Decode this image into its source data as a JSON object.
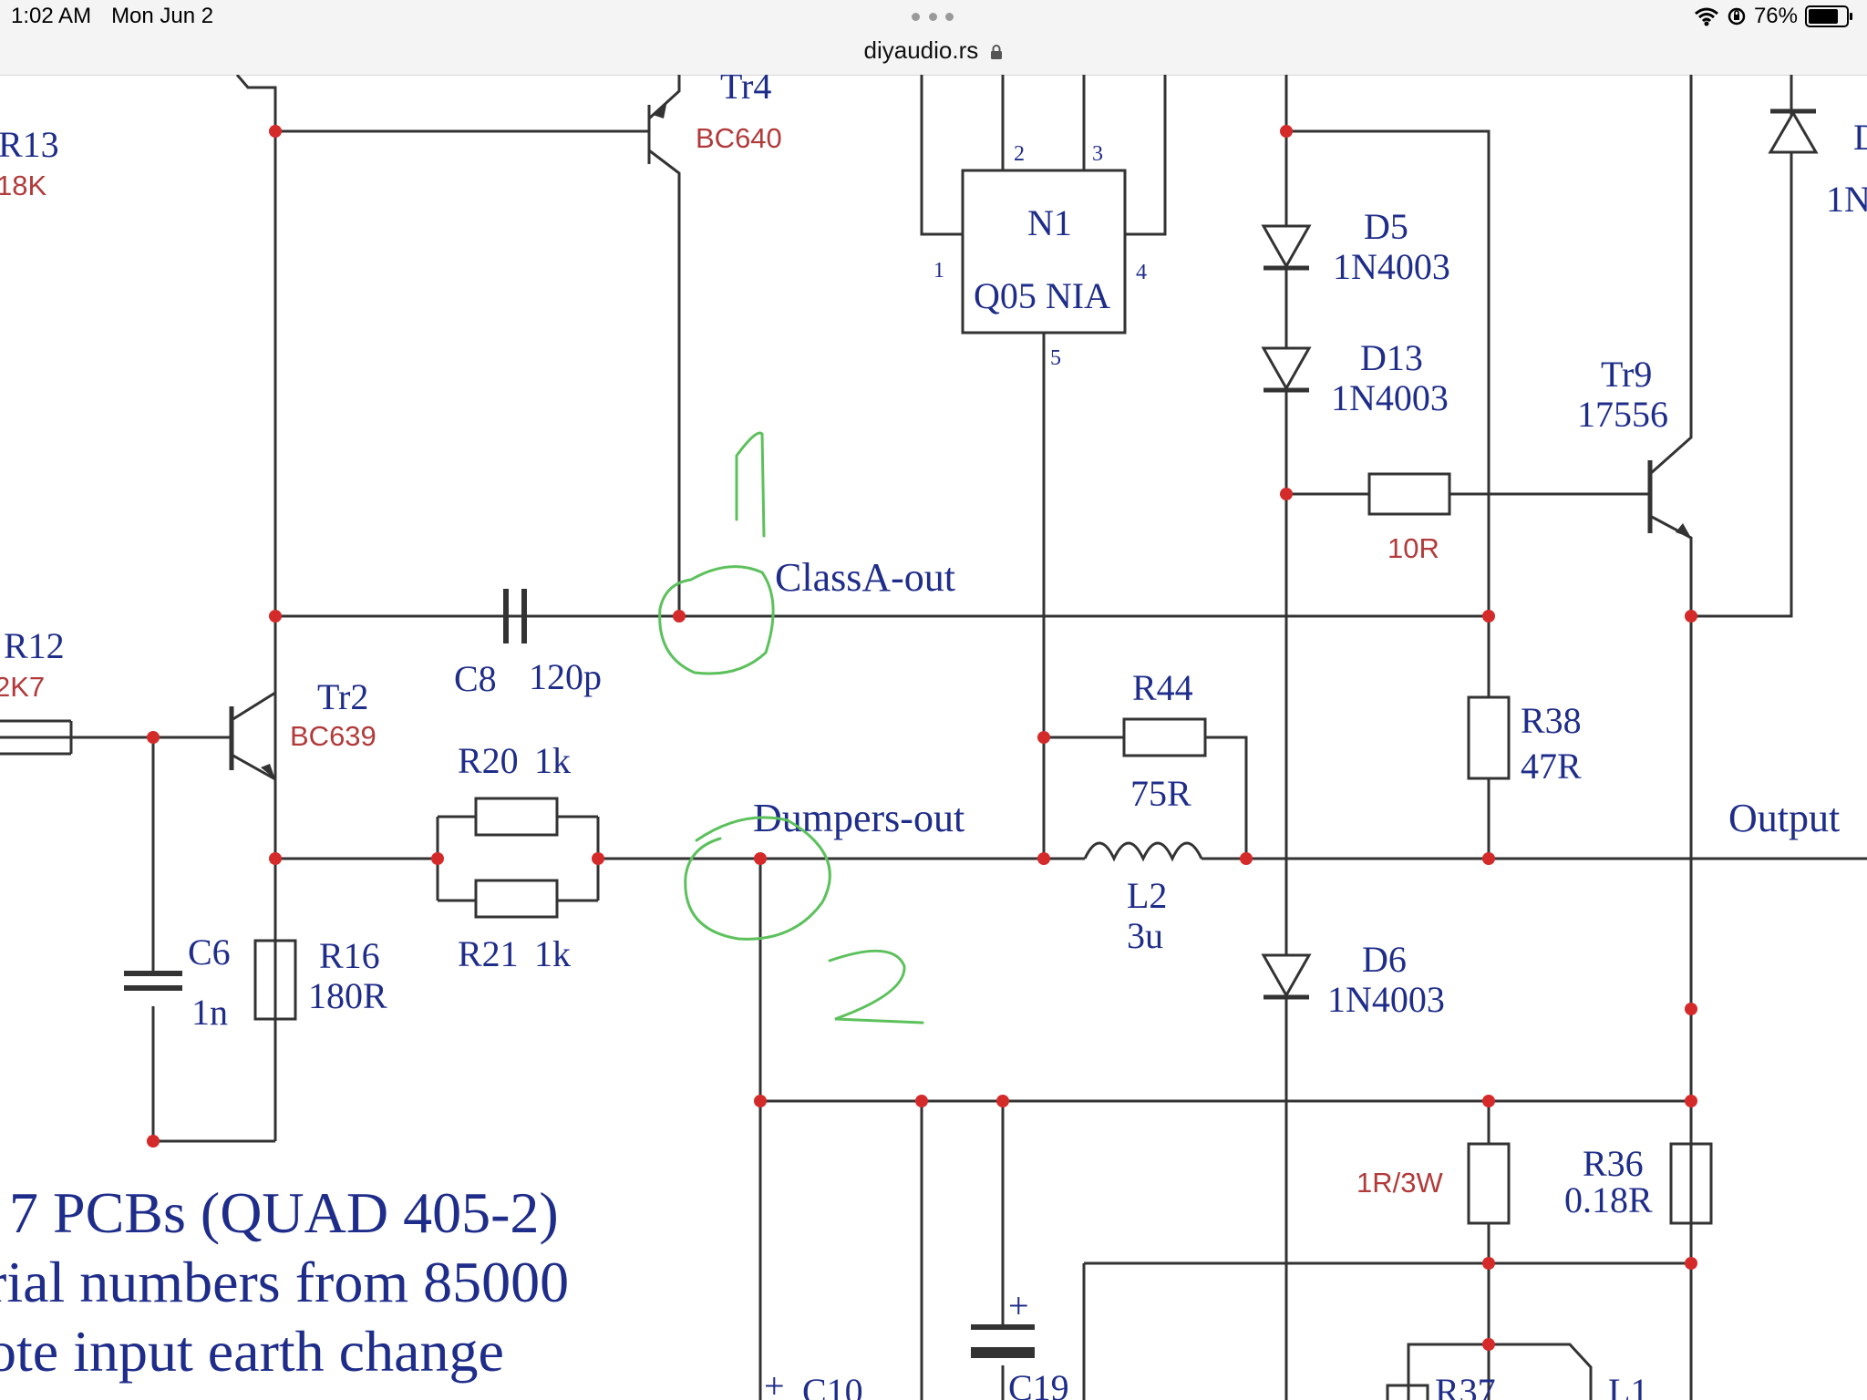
{
  "status": {
    "time": "1:02 AM",
    "date": "Mon Jun 2",
    "battery": "76%"
  },
  "browser": {
    "url": "diyaudio.rs"
  },
  "schematic": {
    "resistors": {
      "r13": {
        "ref": "R13",
        "value": "18K"
      },
      "r12": {
        "ref": "R12",
        "value": "2K7"
      },
      "r16": {
        "ref": "R16",
        "value": "180R"
      },
      "r20": {
        "ref": "R20",
        "value": "1k"
      },
      "r21": {
        "ref": "R21",
        "value": "1k"
      },
      "r44": {
        "ref": "R44",
        "value": "75R"
      },
      "r38": {
        "ref": "R38",
        "value": "47R"
      },
      "r36": {
        "ref": "R36",
        "value": "0.18R"
      },
      "r10r": {
        "value": "10R"
      },
      "r1r3w": {
        "value": "1R/3W"
      },
      "r37": {
        "ref": "R37"
      }
    },
    "transistors": {
      "tr4": {
        "ref": "Tr4",
        "value": "BC640"
      },
      "tr2": {
        "ref": "Tr2",
        "value": "BC639"
      },
      "tr9": {
        "ref": "Tr9",
        "value": "17556"
      }
    },
    "ic": {
      "ref": "N1",
      "value": "Q05 NIA",
      "pins": [
        "1",
        "2",
        "3",
        "4",
        "5"
      ]
    },
    "diodes": {
      "d5": {
        "ref": "D5",
        "value": "1N4003"
      },
      "d13": {
        "ref": "D13",
        "value": "1N4003"
      },
      "d6": {
        "ref": "D6",
        "value": "1N4003"
      },
      "dtop_ref": "D",
      "dtop_value": "1N"
    },
    "capacitors": {
      "c8": {
        "ref": "C8",
        "value": "120p"
      },
      "c6": {
        "ref": "C6",
        "value": "1n"
      },
      "c19": {
        "ref": "C19",
        "plus": "+"
      },
      "c10": {
        "ref": "C10",
        "plus": "+"
      }
    },
    "inductors": {
      "l2": {
        "ref": "L2",
        "value": "3u"
      },
      "l1": {
        "ref": "L1"
      }
    },
    "nets": {
      "classa_out": "ClassA-out",
      "dumpers_out": "Dumpers-out",
      "output": "Output"
    },
    "annotations": {
      "mark1": "1",
      "mark2": "2"
    },
    "notes": [
      "7 PCBs (QUAD 405-2)",
      "rial numbers from 85000",
      "ote input earth change"
    ]
  },
  "colors": {
    "wire": "#333333",
    "junction": "#d42a2a",
    "label_blue": "#1f2d8a",
    "label_red": "#b23a3a",
    "annotation": "#5cc15c"
  }
}
